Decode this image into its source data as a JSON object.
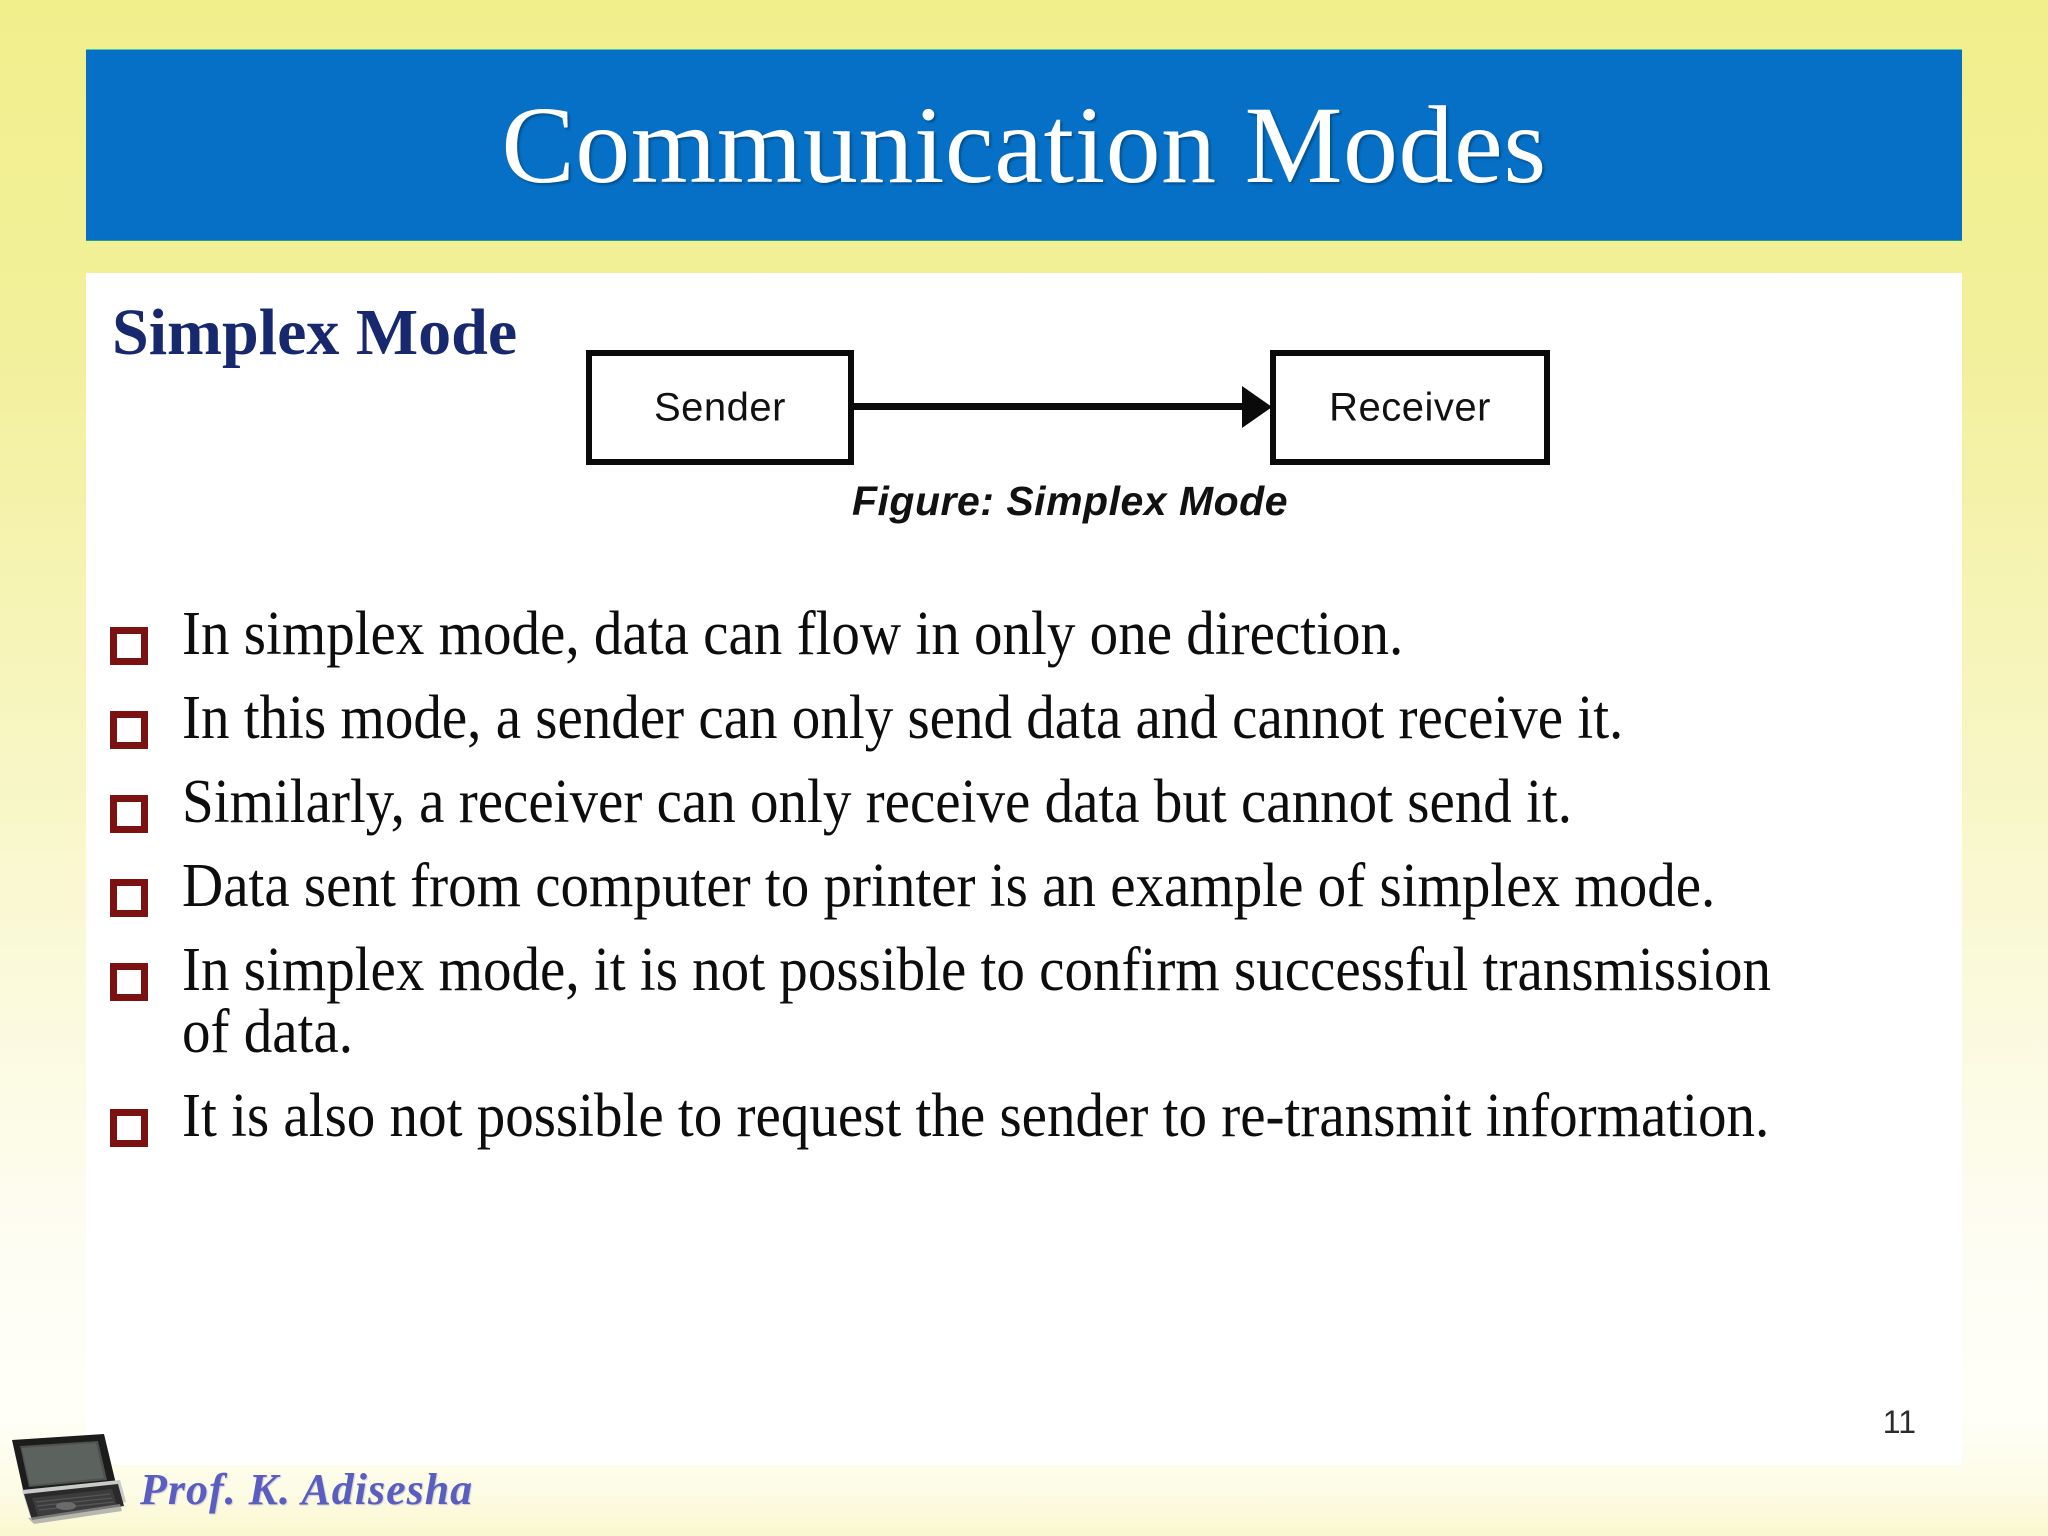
{
  "slide": {
    "title": "Communication Modes",
    "title_bar_color": "#0570c6",
    "panel_background": "#ffffff",
    "page_number": "11"
  },
  "section": {
    "heading": "Simplex Mode",
    "heading_color": "#17286e"
  },
  "figure": {
    "sender_label": "Sender",
    "receiver_label": "Receiver",
    "caption": "Figure: Simplex Mode",
    "arrow_direction": "sender-to-receiver"
  },
  "bullets": {
    "marker_color": "#7c1112",
    "items": [
      "In simplex mode, data can flow in only one direction.",
      "In this mode, a sender can only send data and cannot receive it.",
      "Similarly, a receiver can only receive data but cannot send it.",
      "Data sent from computer to printer is an example of simplex mode.",
      "In simplex mode, it is not possible to confirm successful transmission of data.",
      "It is also not possible to request the sender to re-transmit information."
    ]
  },
  "footer": {
    "signature": "Prof. K. Adisesha",
    "logo_icon": "laptop-icon"
  }
}
